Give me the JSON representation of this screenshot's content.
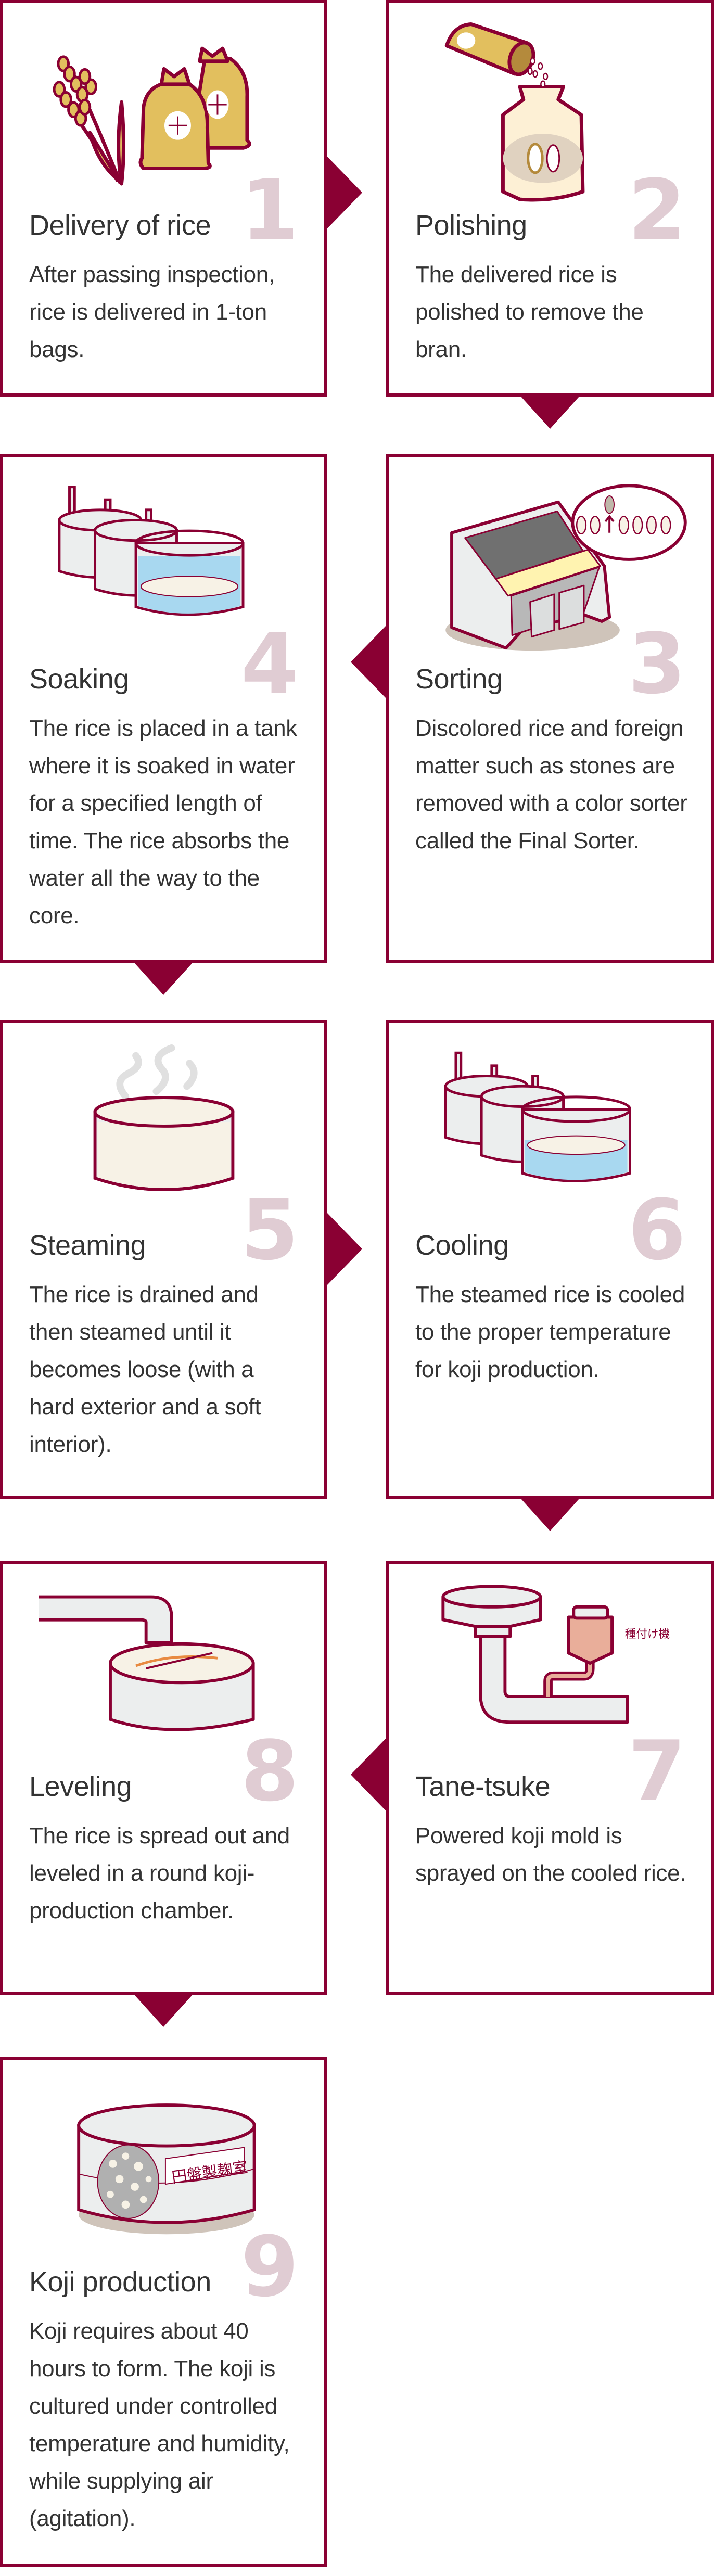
{
  "steps": [
    {
      "num": "1",
      "title": "Delivery of rice",
      "text": "After passing inspection, rice is delivered in 1-ton bags."
    },
    {
      "num": "2",
      "title": "Polishing",
      "text": "The delivered rice is polished to remove the bran."
    },
    {
      "num": "3",
      "title": "Sorting",
      "text": "Discolored rice and foreign matter such as stones are removed with a color sorter called the Final Sorter."
    },
    {
      "num": "4",
      "title": "Soaking",
      "text": "The rice is placed in a tank where it is soaked in water for a specified length of time. The rice absorbs the water all the way to the core."
    },
    {
      "num": "5",
      "title": "Steaming",
      "text": "The rice is drained and then steamed until it becomes loose (with a hard exterior and a soft interior)."
    },
    {
      "num": "6",
      "title": "Cooling",
      "text": "The steamed rice is cooled to the proper temperature for koji production."
    },
    {
      "num": "7",
      "title": "Tane-tsuke",
      "text": "Powered koji mold is sprayed on the cooled rice.",
      "machine_label": "種付け機"
    },
    {
      "num": "8",
      "title": "Leveling",
      "text": "The rice is spread out and leveled in a round koji-production chamber."
    },
    {
      "num": "9",
      "title": "Koji production",
      "text": "Koji requires about 40 hours to form. The koji is cultured under controlled temperature and humidity, while supplying air (agitation).",
      "chamber_label": "円盤製麹室"
    }
  ],
  "colors": {
    "accent": "#8a0033",
    "number": "#e0ccd3",
    "text": "#333333"
  }
}
